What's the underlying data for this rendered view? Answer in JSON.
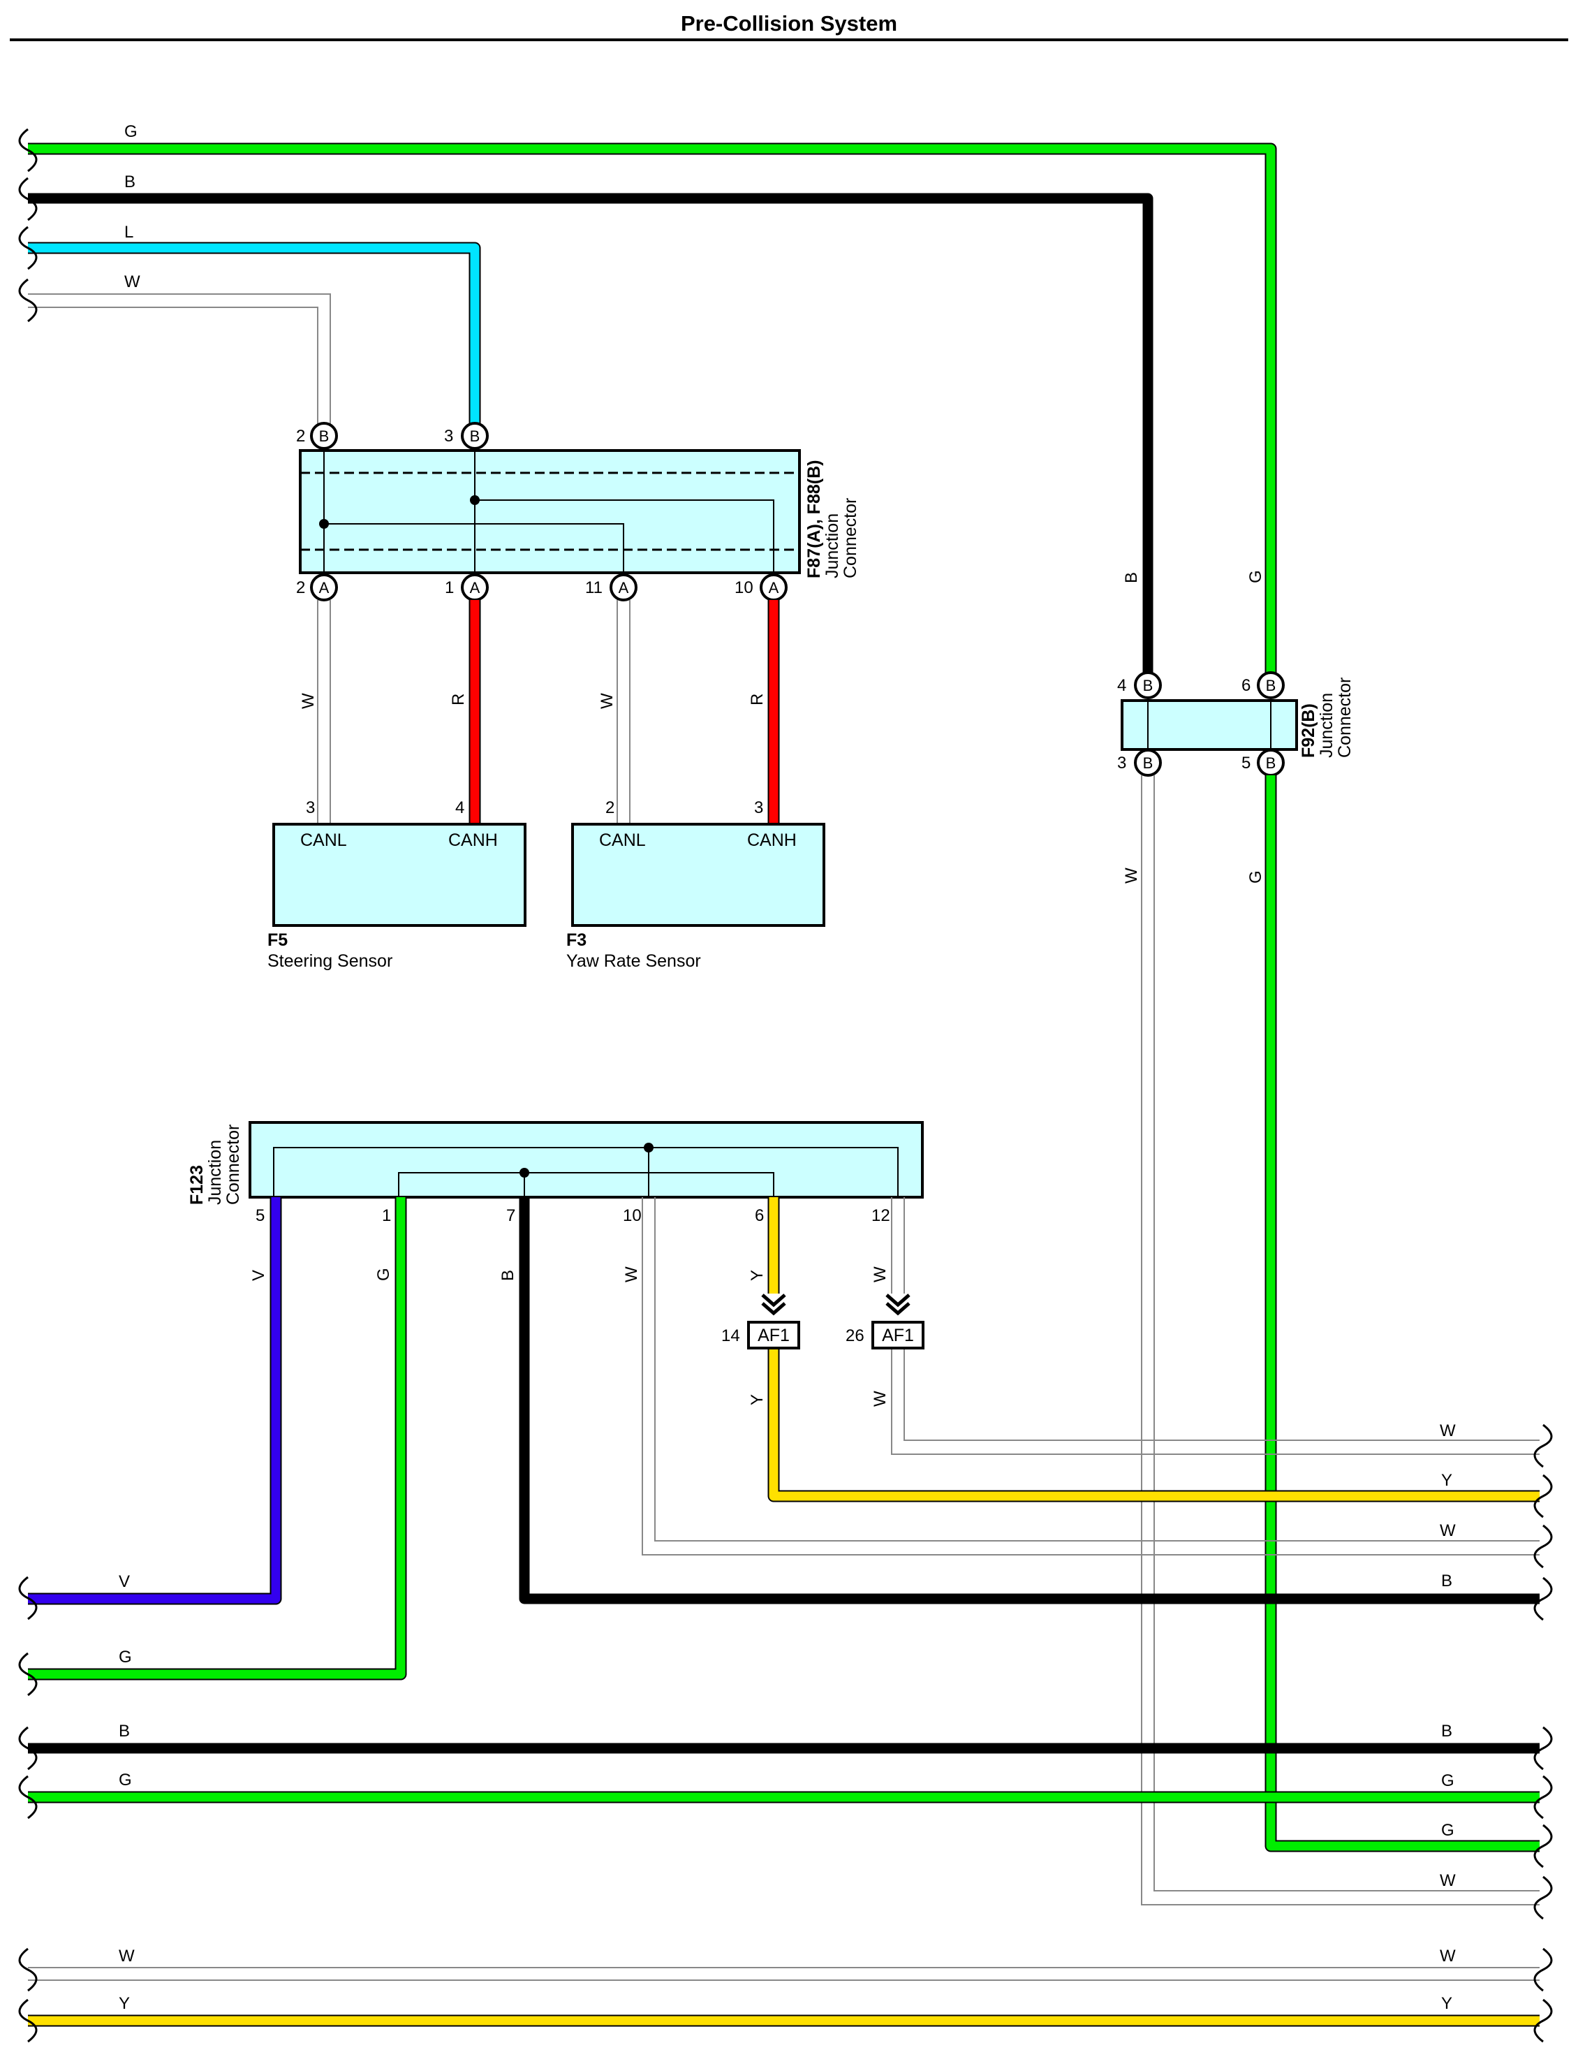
{
  "title": "Pre-Collision System",
  "colors": {
    "G": "#00ee00",
    "B": "#000000",
    "L": "#00e5ff",
    "W": "#ffffff",
    "R": "#ff0000",
    "Y": "#ffe000",
    "V": "#3300ee",
    "box": "#ccffff"
  },
  "wire_labels": {
    "G": "G",
    "B": "B",
    "L": "L",
    "W": "W",
    "R": "R",
    "Y": "Y",
    "V": "V"
  },
  "connectors": {
    "f87": {
      "code": "F87(A), F88(B)",
      "line1": "Junction",
      "line2": "Connector",
      "top_pins": [
        {
          "num": "2",
          "letter": "B"
        },
        {
          "num": "3",
          "letter": "B"
        }
      ],
      "bottom_pins": [
        {
          "num": "2",
          "letter": "A"
        },
        {
          "num": "1",
          "letter": "A"
        },
        {
          "num": "11",
          "letter": "A"
        },
        {
          "num": "10",
          "letter": "A"
        }
      ]
    },
    "f92": {
      "code": "F92(B)",
      "line1": "Junction",
      "line2": "Connector",
      "pins": [
        {
          "num": "4",
          "letter": "B"
        },
        {
          "num": "6",
          "letter": "B"
        },
        {
          "num": "3",
          "letter": "B"
        },
        {
          "num": "5",
          "letter": "B"
        }
      ]
    },
    "f123": {
      "code": "F123",
      "line1": "Junction",
      "line2": "Connector",
      "pins": [
        "5",
        "1",
        "7",
        "10",
        "6",
        "12"
      ]
    }
  },
  "components": {
    "f5": {
      "code": "F5",
      "name": "Steering Sensor",
      "pin_l": "3",
      "pin_r": "4",
      "term_l": "CANL",
      "term_r": "CANH"
    },
    "f3": {
      "code": "F3",
      "name": "Yaw Rate Sensor",
      "pin_l": "2",
      "pin_r": "3",
      "term_l": "CANL",
      "term_r": "CANH"
    }
  },
  "af1": [
    {
      "pin": "14",
      "label": "AF1"
    },
    {
      "pin": "26",
      "label": "AF1"
    }
  ]
}
